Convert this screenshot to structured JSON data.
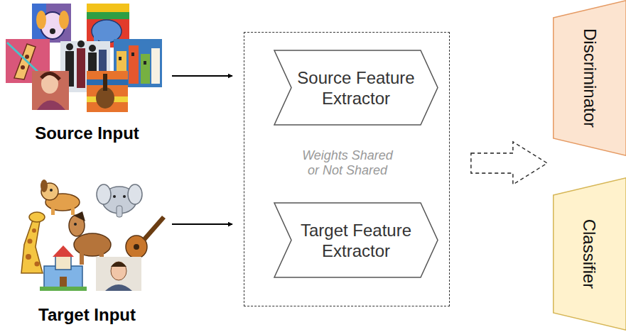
{
  "diagram": {
    "nodes": [
      {
        "text": [
          "Source Input"
        ]
      },
      {
        "text": [
          "Target Input"
        ]
      },
      {
        "text": [
          "Weights Shared or Not Shared"
        ]
      },
      {
        "text": [
          "Source Feature Extractor"
        ],
        "in": 2
      },
      {
        "text": [
          "Target Feature Extractor"
        ],
        "in": 2
      },
      {
        "text": [
          "Discriminator"
        ]
      },
      {
        "text": [
          "Classifier"
        ]
      }
    ],
    "edges": [
      {
        "from": 0,
        "to": 2,
        "arrow": "to"
      },
      {
        "from": 1,
        "to": 2,
        "arrow": "to"
      },
      {
        "from": 2,
        "to": 5,
        "arrow": "to"
      },
      {
        "from": 2,
        "to": 6,
        "arrow": "to"
      }
    ]
  }
}
